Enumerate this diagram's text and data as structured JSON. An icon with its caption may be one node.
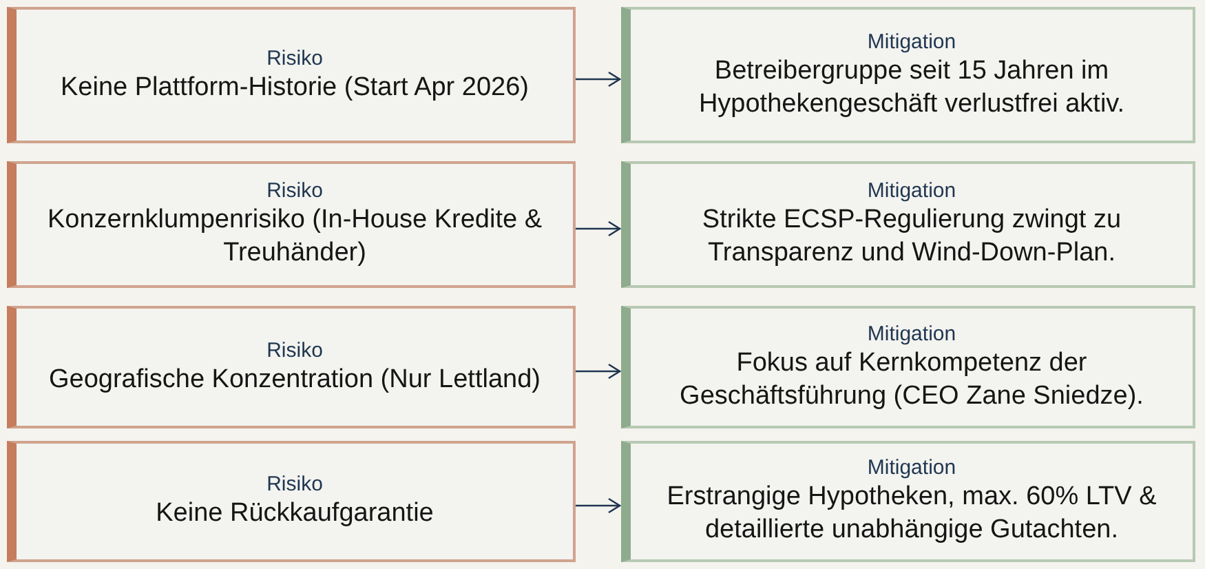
{
  "diagram": {
    "nodes": [
      {
        "text": [
          "Risiko",
          "Keine Plattform-Historie (Start Apr 2026)"
        ]
      },
      {
        "text": [
          "Mitigation",
          "Betreibergruppe seit 15 Jahren im Hypothekengeschäft verlustfrei aktiv."
        ]
      },
      {
        "text": [
          "Risiko",
          "Konzernklumpenrisiko (In-House Kredite & Treuhänder)"
        ]
      },
      {
        "text": [
          "Mitigation",
          "Strikte ECSP-Regulierung zwingt zu Transparenz und Wind-Down-Plan."
        ]
      },
      {
        "text": [
          "Risiko",
          "Geografische Konzentration (Nur Lettland)"
        ]
      },
      {
        "text": [
          "Mitigation",
          "Fokus auf Kernkompetenz der Geschäftsführung (CEO Zane Sniedze)."
        ]
      },
      {
        "text": [
          "Risiko",
          "Keine Rückkaufgarantie"
        ]
      },
      {
        "text": [
          "Mitigation",
          "Erstrangige Hypotheken, max. 60% LTV & detaillierte unabhängige Gutachten."
        ]
      }
    ],
    "edges": [
      {
        "from": 0,
        "to": 1,
        "arrow": "to"
      },
      {
        "from": 2,
        "to": 3,
        "arrow": "to"
      },
      {
        "from": 4,
        "to": 5,
        "arrow": "to"
      },
      {
        "from": 6,
        "to": 7,
        "arrow": "to"
      }
    ]
  }
}
